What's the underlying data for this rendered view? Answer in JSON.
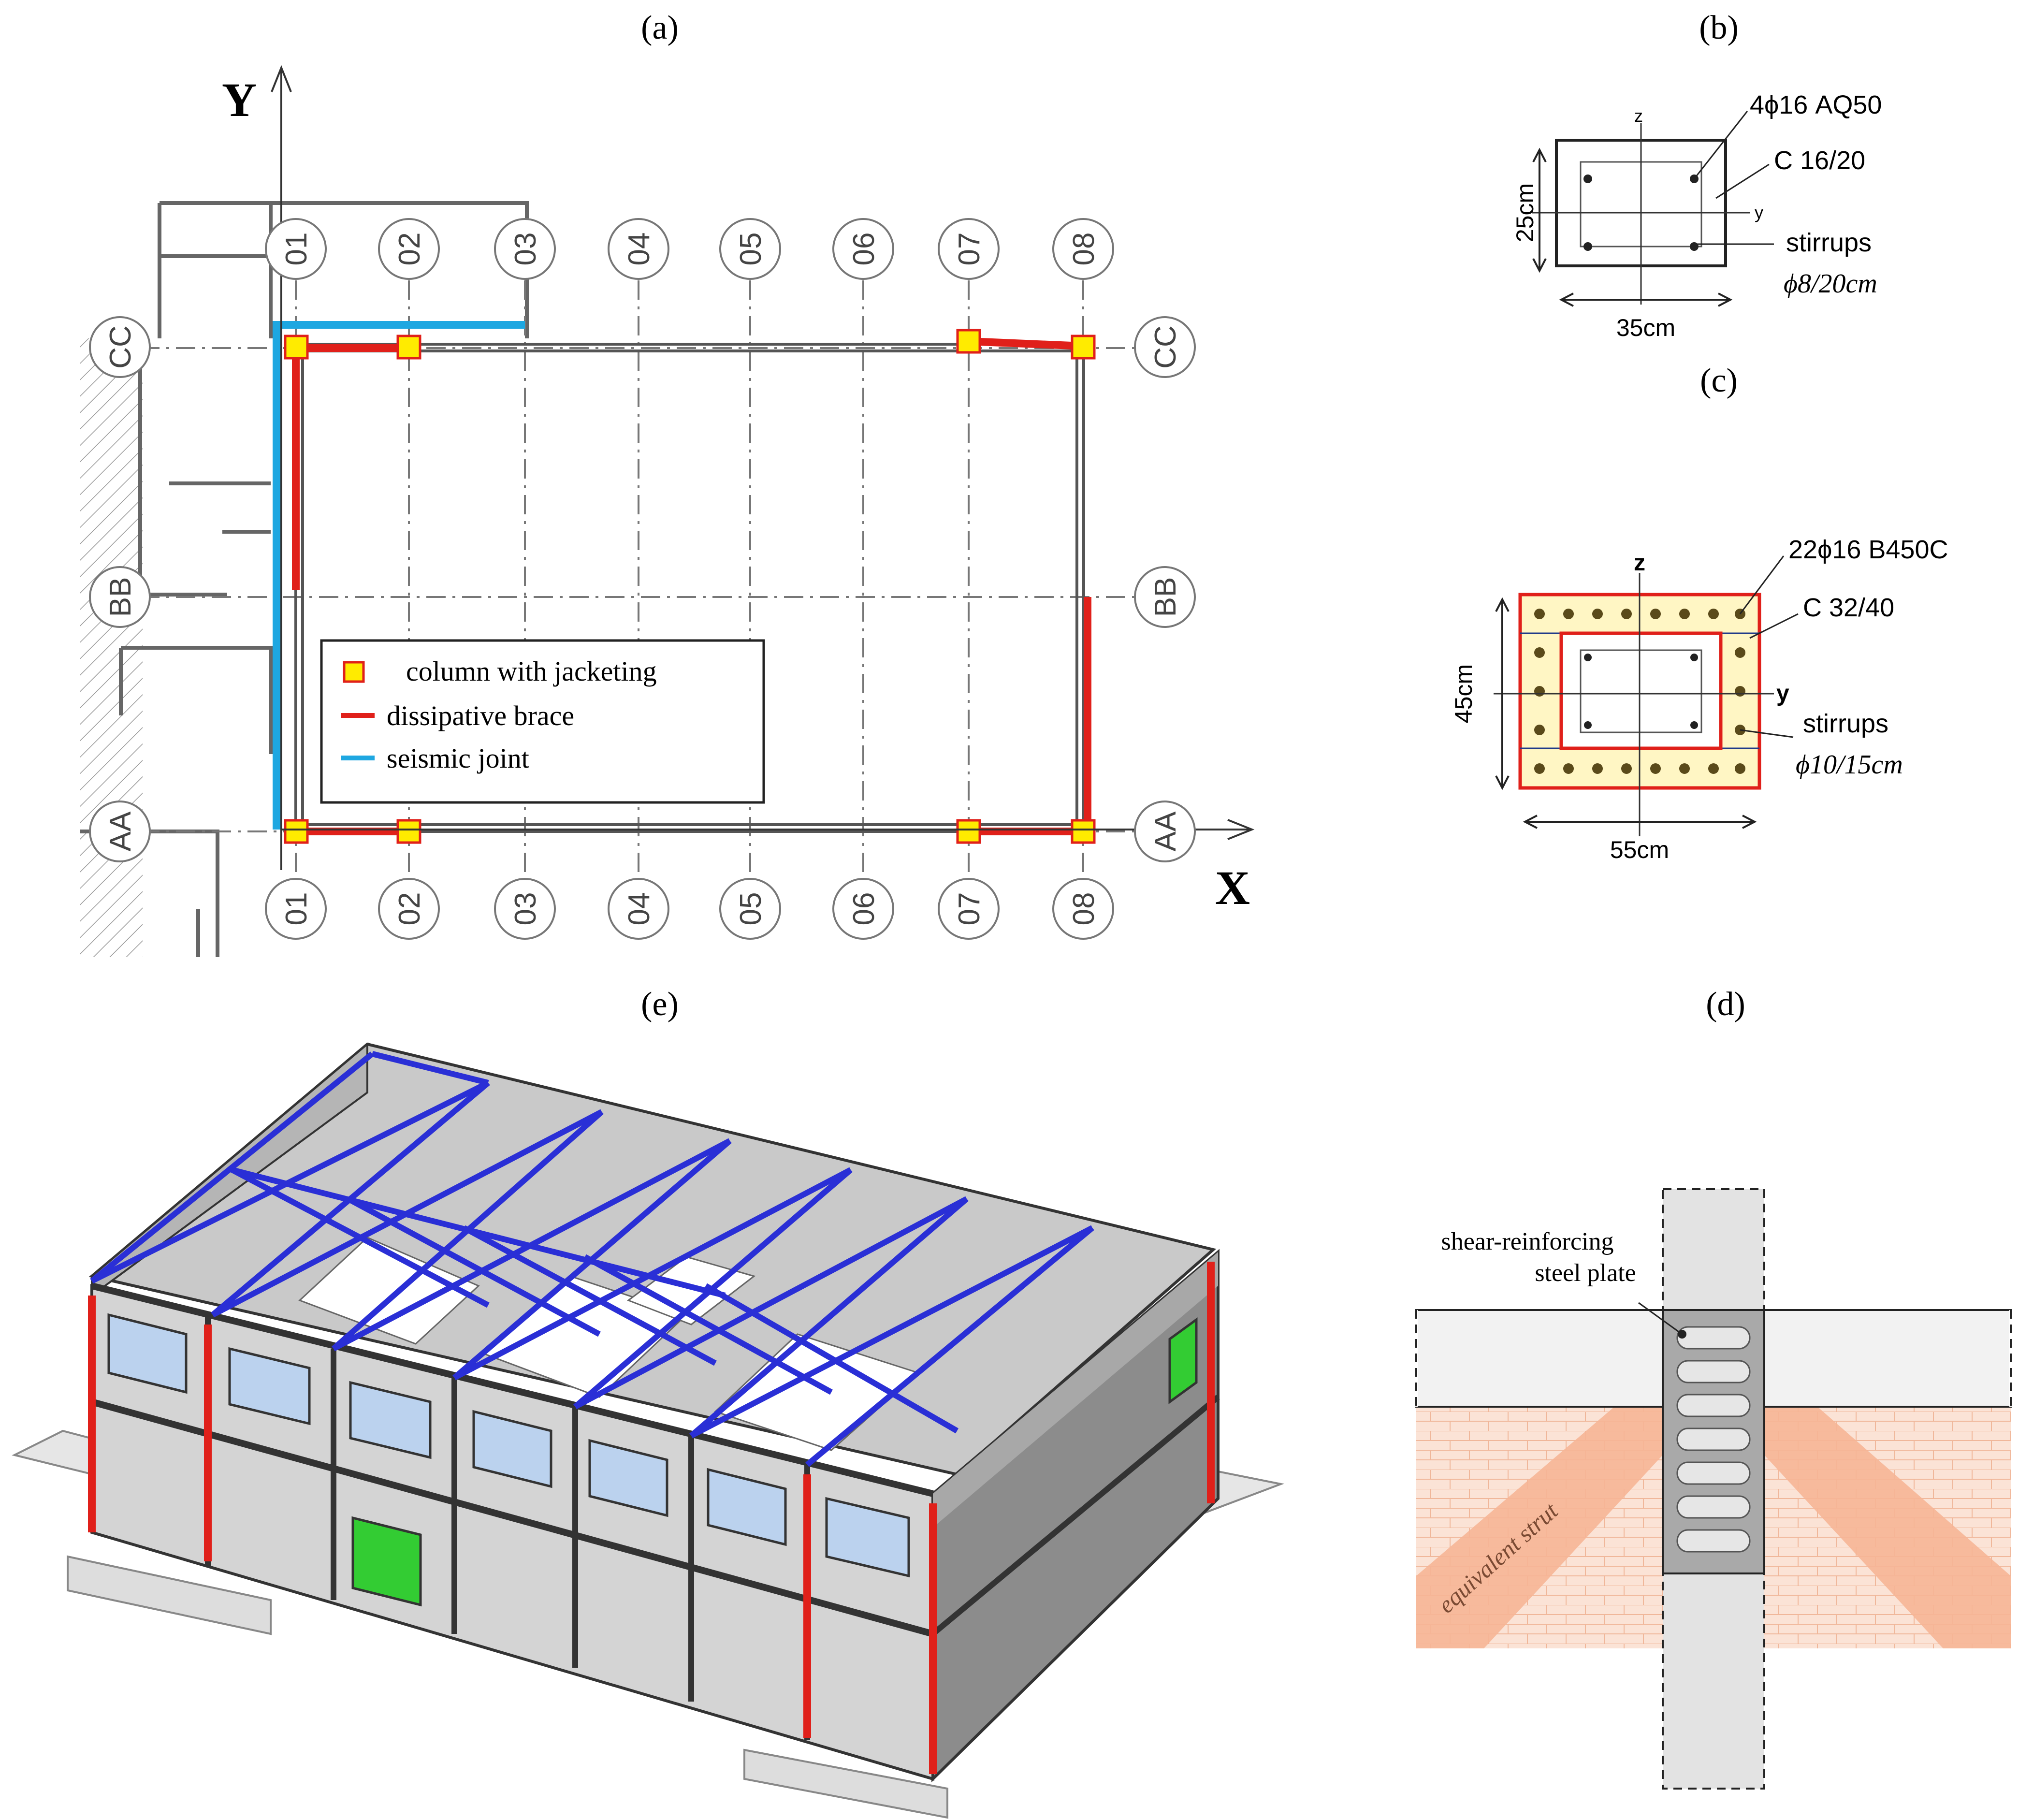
{
  "panels": {
    "a": {
      "label": "(a)",
      "axis_y": "Y",
      "axis_x": "X",
      "grid_top": [
        "01",
        "02",
        "03",
        "04",
        "05",
        "06",
        "07",
        "08"
      ],
      "grid_bottom": [
        "01",
        "02",
        "03",
        "04",
        "05",
        "06",
        "07",
        "08"
      ],
      "row_left": [
        "CC",
        "BB",
        "AA"
      ],
      "row_right": [
        "CC",
        "BB",
        "AA"
      ],
      "legend": [
        {
          "label": "column with jacketing",
          "color": "#FFEB00",
          "border": "#E0201A"
        },
        {
          "label": "dissipative brace",
          "color": "#E0201A"
        },
        {
          "label": "seismic joint",
          "color": "#1EA7E1"
        }
      ]
    },
    "b": {
      "label": "(b)",
      "z": "z",
      "y": "y",
      "rebar": "4ϕ16 AQ50",
      "concrete": "C 16/20",
      "stirrups_label": "stirrups",
      "stirrups_spec": "ϕ8/20cm",
      "height": "25cm",
      "width": "35cm"
    },
    "c": {
      "label": "(c)",
      "z": "z",
      "y": "y",
      "rebar": "22ϕ16 B450C",
      "concrete": "C 32/40",
      "stirrups_label": "stirrups",
      "stirrups_spec": "ϕ10/15cm",
      "height": "45cm",
      "width": "55cm"
    },
    "d": {
      "label": "(d)",
      "plate_line1": "shear-reinforcing",
      "plate_line2": "steel plate",
      "strut": "equivalent strut"
    },
    "e": {
      "label": "(e)"
    }
  },
  "colors": {
    "jacket_fill": "#FFEB00",
    "brace": "#E0201A",
    "joint": "#1EA7E1",
    "roof_brace": "#2A2FD6",
    "door": "#33CC33",
    "masonry": "#F6C3A6"
  }
}
